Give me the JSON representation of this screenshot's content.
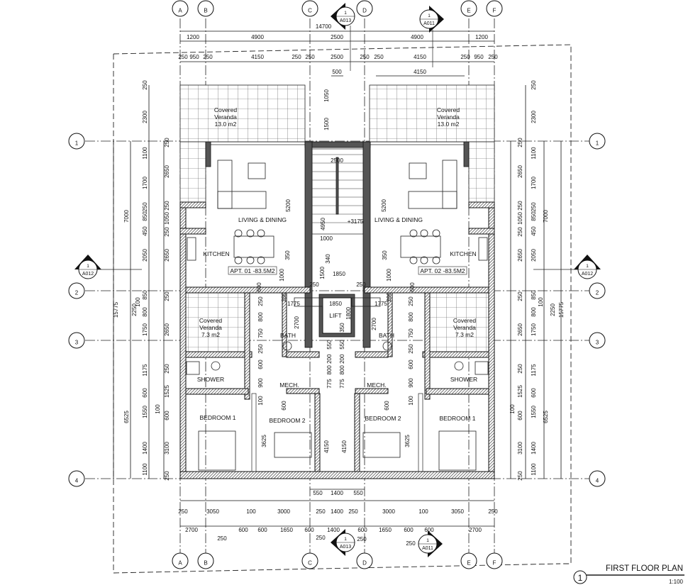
{
  "grid": {
    "columns": [
      "A",
      "B",
      "C",
      "D",
      "E",
      "F"
    ],
    "rows": [
      "1",
      "2",
      "3",
      "4"
    ]
  },
  "dims": {
    "overall_width": "14700",
    "top_axes": [
      "1200",
      "4900",
      "2500",
      "4900",
      "1200"
    ],
    "top_walls": [
      "250",
      "950",
      "250",
      "4150",
      "250",
      "250",
      "2500",
      "250",
      "250",
      "4150",
      "250",
      "950",
      "250"
    ],
    "top_inner": [
      "500",
      "4150"
    ],
    "left_col1": [
      "250",
      "2300",
      "1100",
      "1700",
      "250",
      "850",
      "450",
      "2050",
      "850",
      "100",
      "800",
      "1750",
      "1175",
      "600",
      "1550",
      "1400",
      "1100"
    ],
    "left_col2": [
      "250",
      "2650",
      "250",
      "1050",
      "250",
      "2650",
      "250",
      "2650",
      "250",
      "1525",
      "100",
      "600",
      "3100",
      "250"
    ],
    "left_totals": [
      "7000",
      "2250",
      "6525"
    ],
    "left_overall": "15775",
    "right_col1": [
      "250",
      "2300",
      "1100",
      "1700",
      "250",
      "850",
      "450",
      "2050",
      "850",
      "100",
      "800",
      "1750",
      "1175",
      "600",
      "1550",
      "1400",
      "1100"
    ],
    "right_col2": [
      "250",
      "2650",
      "250",
      "1050",
      "250",
      "2650",
      "250",
      "2650",
      "250",
      "1525",
      "100",
      "600",
      "3100",
      "250"
    ],
    "right_totals": [
      "7000",
      "2250",
      "6525"
    ],
    "right_overall": "15775",
    "bottom_core": [
      "550",
      "1400",
      "550"
    ],
    "bottom_axes": [
      "250",
      "3050",
      "100",
      "3000",
      "250",
      "1400",
      "250",
      "3000",
      "100",
      "3050",
      "250"
    ],
    "bottom_openings": [
      "2700",
      "600",
      "600",
      "1650",
      "600",
      "1400",
      "600",
      "1650",
      "600",
      "600",
      "2700"
    ],
    "bottom_extra": [
      "250",
      "250",
      "250",
      "250"
    ],
    "interior": [
      "1050",
      "1500",
      "2500",
      "5200",
      "5200",
      "4950",
      "+3175",
      "1000",
      "340",
      "1500",
      "1850",
      "350",
      "1000",
      "350",
      "1000",
      "600",
      "600",
      "200",
      "200",
      "250",
      "250",
      "1775",
      "1850",
      "1775",
      "2700",
      "2700",
      "1800",
      "350",
      "250",
      "250",
      "800",
      "800",
      "750",
      "750",
      "250",
      "250",
      "600",
      "600",
      "900",
      "900",
      "100",
      "100",
      "550",
      "550",
      "800 200",
      "800 200",
      "775",
      "775",
      "600",
      "600",
      "3625",
      "3625",
      "4150",
      "4150"
    ]
  },
  "rooms": {
    "veranda_top_left": [
      "Covered",
      "Veranda",
      "13.0 m2"
    ],
    "veranda_top_right": [
      "Covered",
      "Veranda",
      "13.0 m2"
    ],
    "living_left": "LIVING & DINING",
    "living_right": "LIVING & DINING",
    "kitchen_left": "KITCHEN",
    "kitchen_right": "KITCHEN",
    "apt_left": "APT. 01 -83.5M2",
    "apt_right": "APT. 02 -83.5M2",
    "veranda_low_left": [
      "Covered",
      "Veranda",
      "7.3 m2"
    ],
    "veranda_low_right": [
      "Covered",
      "Veranda",
      "7.3 m2"
    ],
    "bath_left": "BATH",
    "bath_right": "BATH",
    "lift": "LIFT",
    "shower_left": "SHOWER",
    "shower_right": "SHOWER",
    "mech_left": "MECH.",
    "mech_right": "MECH.",
    "bedroom1_left": "BEDROOM 1",
    "bedroom2_left": "BEDROOM 2",
    "bedroom2_right": "BEDROOM 2",
    "bedroom1_right": "BEDROOM 1"
  },
  "section_marks": [
    {
      "number": "1",
      "sheet": "A013"
    },
    {
      "number": "1",
      "sheet": "A011"
    },
    {
      "number": "1",
      "sheet": "A012"
    }
  ],
  "title": {
    "number": "1",
    "name": "FIRST FLOOR PLAN",
    "scale": "1:100"
  },
  "colors": {
    "line": "#111111",
    "wall_fill": "#555555",
    "background": "#ffffff"
  }
}
